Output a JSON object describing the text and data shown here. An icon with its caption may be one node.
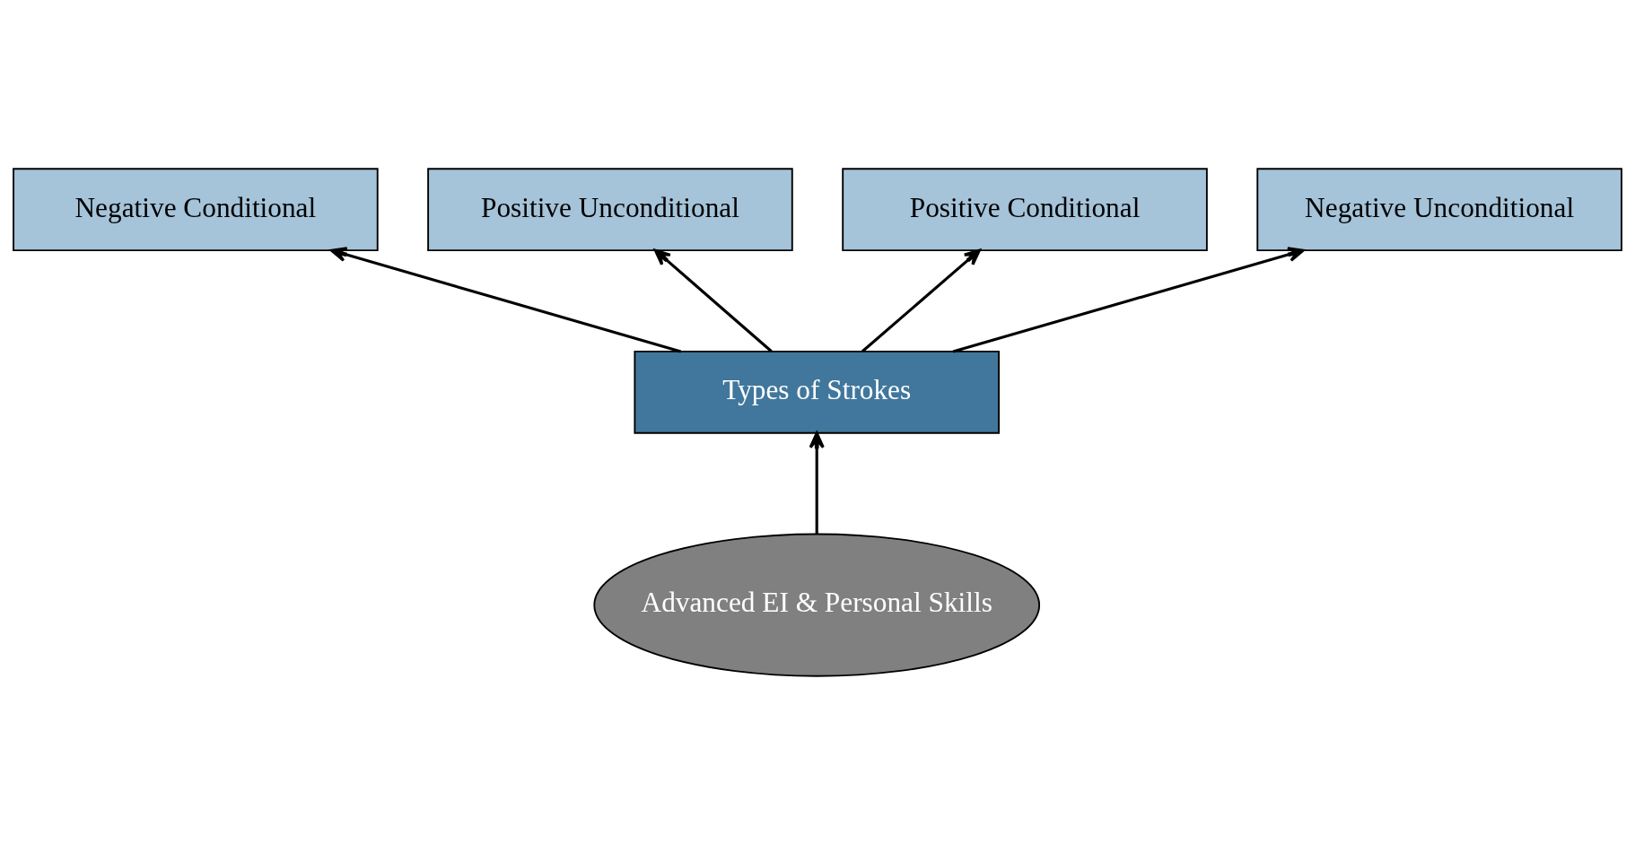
{
  "diagram": {
    "nodes": [
      {
        "text": [
          "Negative Conditional"
        ]
      },
      {
        "text": [
          "Positive Unconditional"
        ]
      },
      {
        "text": [
          "Positive Conditional"
        ]
      },
      {
        "text": [
          "Negative Unconditional"
        ]
      },
      {
        "text": [
          "Types of Strokes"
        ]
      },
      {
        "text": [
          "Advanced EI & Personal Skills"
        ]
      }
    ],
    "edges": [
      {
        "from": 5,
        "to": 4,
        "arrow": "to"
      },
      {
        "from": 4,
        "to": 0,
        "arrow": "to"
      },
      {
        "from": 4,
        "to": 1,
        "arrow": "to"
      },
      {
        "from": 4,
        "to": 2,
        "arrow": "to"
      },
      {
        "from": 4,
        "to": 3,
        "arrow": "to"
      }
    ]
  }
}
